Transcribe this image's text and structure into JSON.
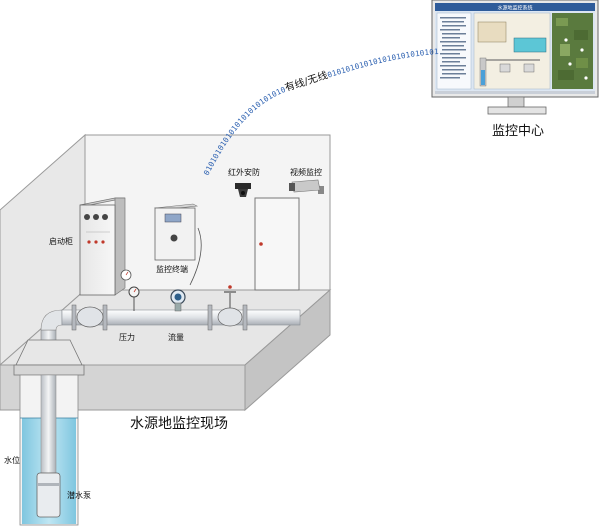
{
  "data_stream": {
    "bits_left": "0101010101010101010101010",
    "medium": "有线/无线",
    "bits_right": "0101010101010101010101010101"
  },
  "monitor_center": {
    "label": "监控中心",
    "screen_title": "水源地监控系统"
  },
  "site": {
    "title": "水源地监控现场",
    "devices": {
      "starter_cabinet": "启动柜",
      "monitor_terminal": "监控终端",
      "infrared_security": "红外安防",
      "video_monitoring": "视频监控"
    },
    "sensors": {
      "pressure": "压力",
      "flow": "流量"
    },
    "well": {
      "water_level": "水位",
      "submersible_pump": "潜水泵"
    }
  },
  "colors": {
    "water": "#8fd0e6",
    "bits": "#2a5fb0",
    "room_wall": "#ececec",
    "room_floor": "#e2e2e2",
    "pipe": "#e4e6ea"
  }
}
